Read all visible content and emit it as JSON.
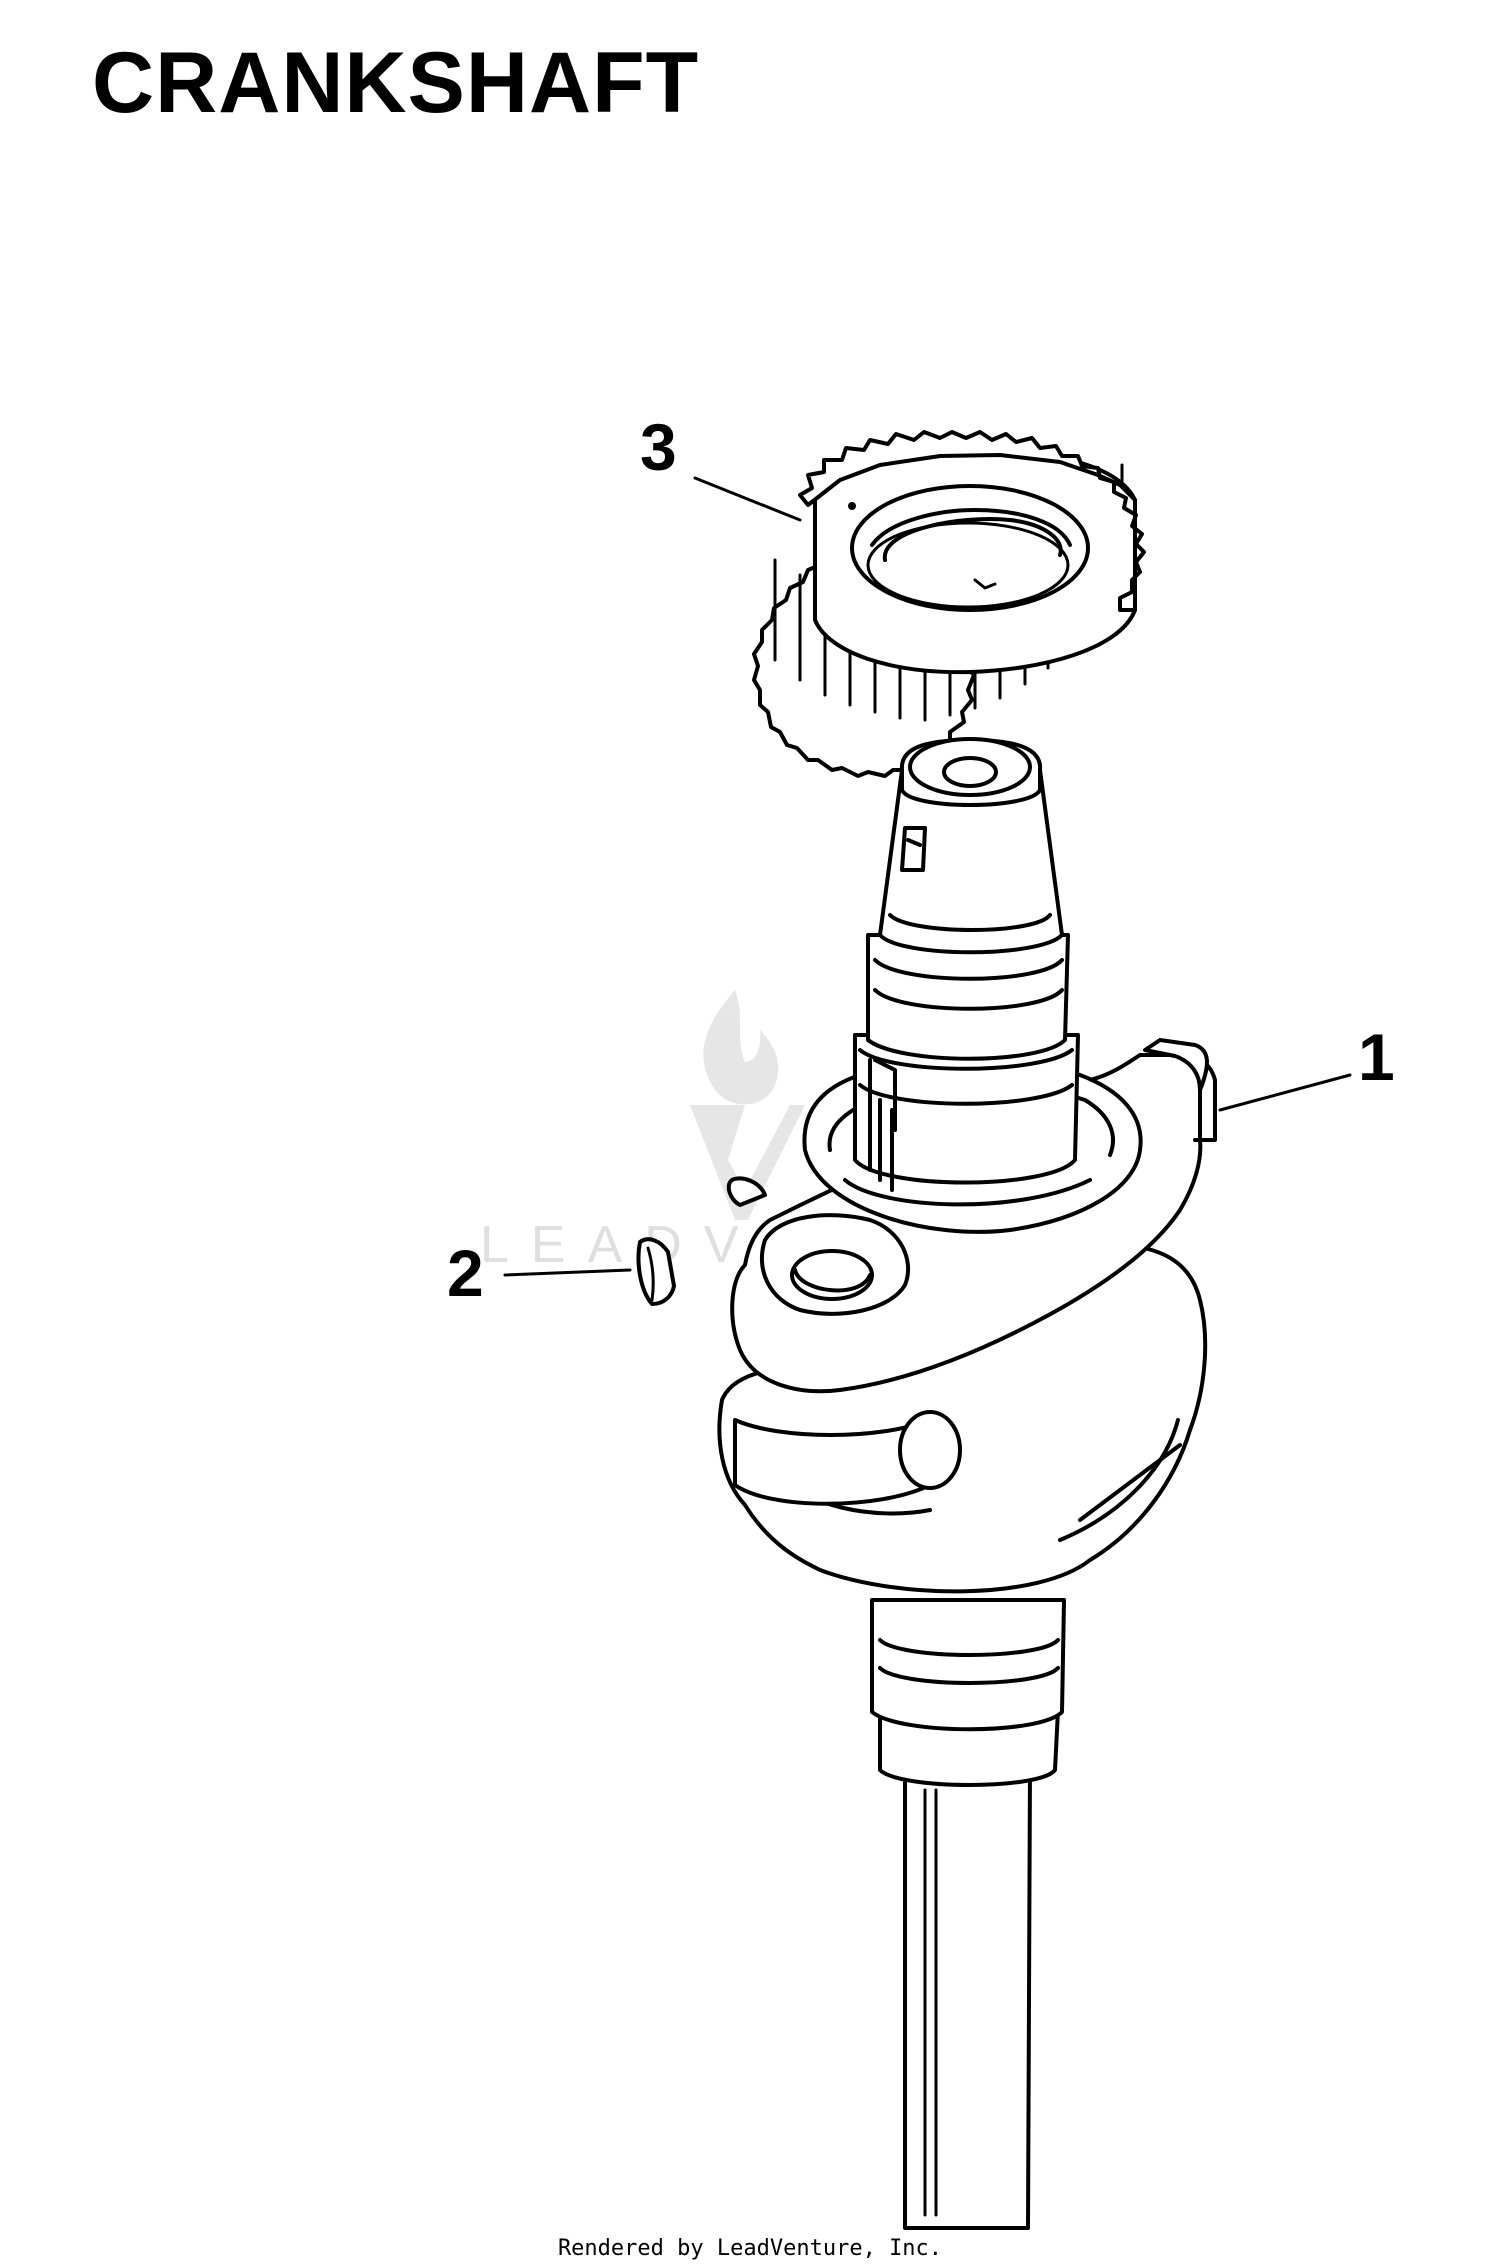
{
  "title": "CRANKSHAFT",
  "callouts": [
    {
      "id": "1",
      "label": "1"
    },
    {
      "id": "2",
      "label": "2"
    },
    {
      "id": "3",
      "label": "3"
    }
  ],
  "watermark": {
    "text": "LEADVENTURE",
    "color": "#dcdcdc"
  },
  "footer": "Rendered by LeadVenture, Inc.",
  "colors": {
    "line": "#000000",
    "background": "#ffffff"
  }
}
